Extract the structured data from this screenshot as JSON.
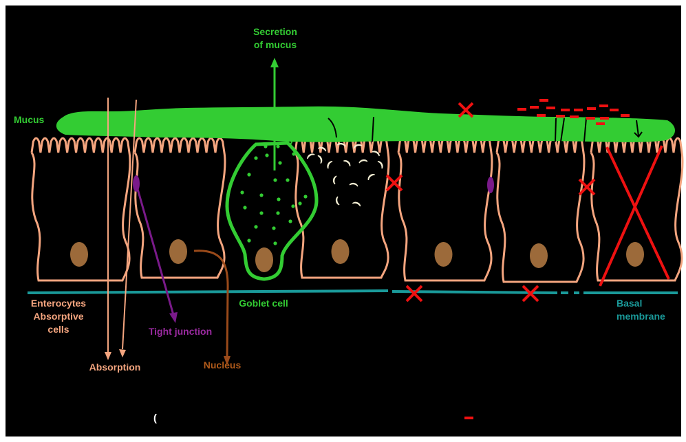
{
  "colors": {
    "background": "#000000",
    "frame": "#ffffff",
    "mucus": "#33cc33",
    "enterocyte": "#f4a57f",
    "nucleus": "#9c6a3a",
    "tight_junction": "#7a1a8a",
    "basal_membrane": "#1a9a9a",
    "damage_mark": "#ee1111",
    "label_purple": "#9a2aa0",
    "label_brown": "#b05a1a",
    "bacteria": "#f1ecd2"
  },
  "labels": {
    "secretion": [
      "Secretion",
      "of mucus"
    ],
    "mucus": "Mucus",
    "enterocytes": [
      "Enterocytes",
      "Absorptive",
      "cells"
    ],
    "goblet_cell": "Goblet cell",
    "tight_junction": "Tight junction",
    "absorption": "Absorption",
    "nucleus": "Nucleus",
    "basal_membrane": [
      "Basal",
      "membrane"
    ]
  }
}
